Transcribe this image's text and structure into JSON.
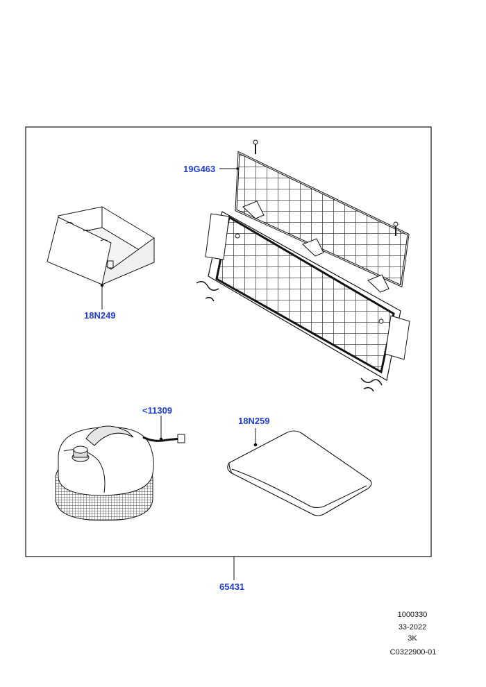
{
  "callouts": {
    "cargo_guard": "19G463",
    "storage_box": "18N249",
    "accessory": "<11309",
    "mat": "18N259",
    "kit": "65431"
  },
  "footer": {
    "line1": "1000330",
    "line2": "33-2022",
    "line3": "3K",
    "line4": "C0322900-01"
  },
  "colors": {
    "callout": "#1f3fd6",
    "line": "#111111"
  }
}
